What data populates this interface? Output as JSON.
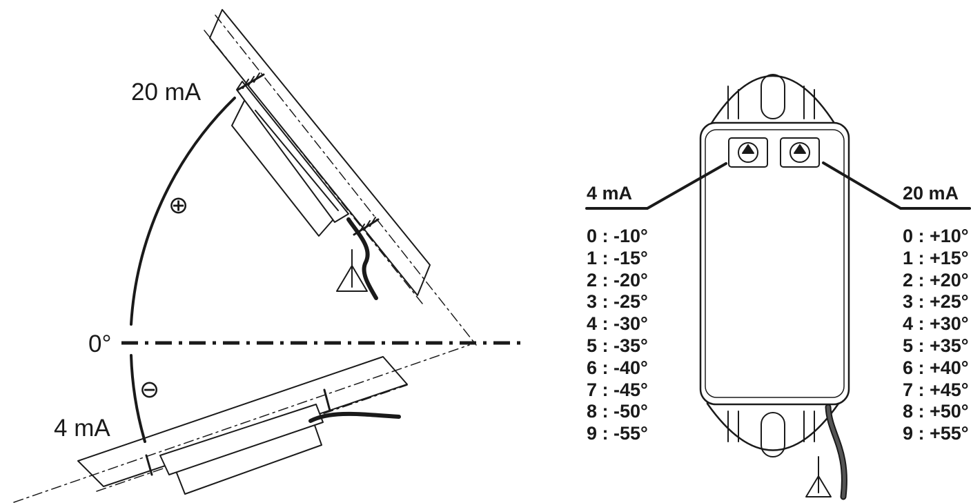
{
  "left": {
    "label_20ma": "20 mA",
    "label_4ma": "4 mA",
    "label_zero": "0°",
    "plus_symbol": "⊕",
    "minus_symbol": "⊖"
  },
  "right": {
    "header_4ma": "4 mA",
    "header_20ma": "20 mA",
    "mapping_4ma": [
      "0 : -10°",
      "1 : -15°",
      "2 : -20°",
      "3 : -25°",
      "4 : -30°",
      "5 : -35°",
      "6 : -40°",
      "7 : -45°",
      "8 : -50°",
      "9 : -55°"
    ],
    "mapping_20ma": [
      "0 : +10°",
      "1 : +15°",
      "2 : +20°",
      "3 : +25°",
      "4 : +30°",
      "5 : +35°",
      "6 : +40°",
      "7 : +45°",
      "8 : +50°",
      "9 : +55°"
    ]
  },
  "colors": {
    "ink": "#1a1a1a",
    "cable": "#555555"
  }
}
